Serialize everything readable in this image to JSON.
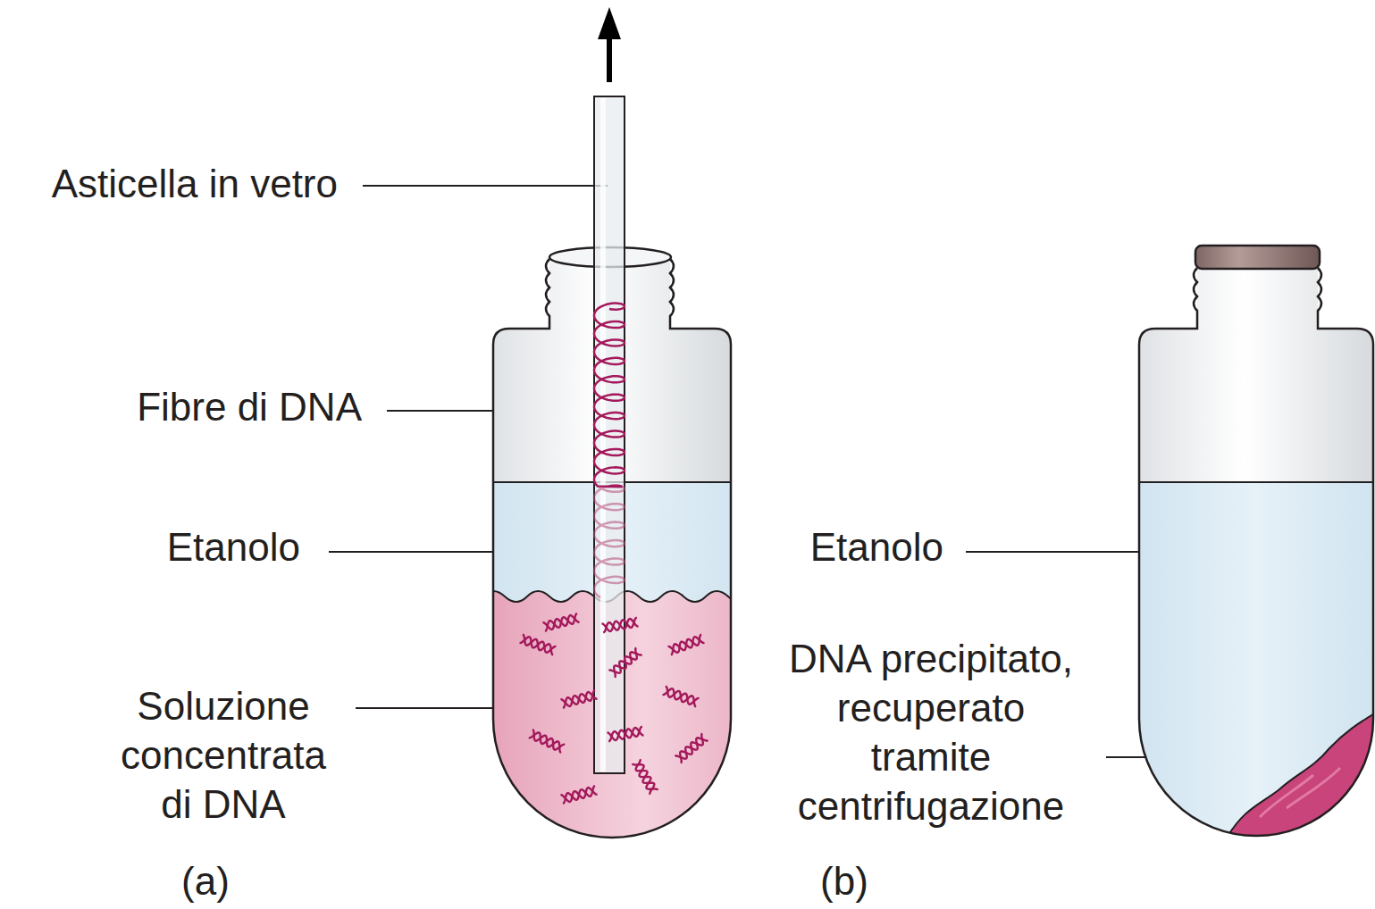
{
  "diagram": {
    "labels": [
      "Asticella in vetro",
      "Fibre di DNA",
      "Etanolo",
      "Soluzione concentrata di DNA",
      "(a)",
      "Etanolo",
      "DNA precipitato, recuperato tramite centrifugazione",
      "(b)"
    ]
  }
}
